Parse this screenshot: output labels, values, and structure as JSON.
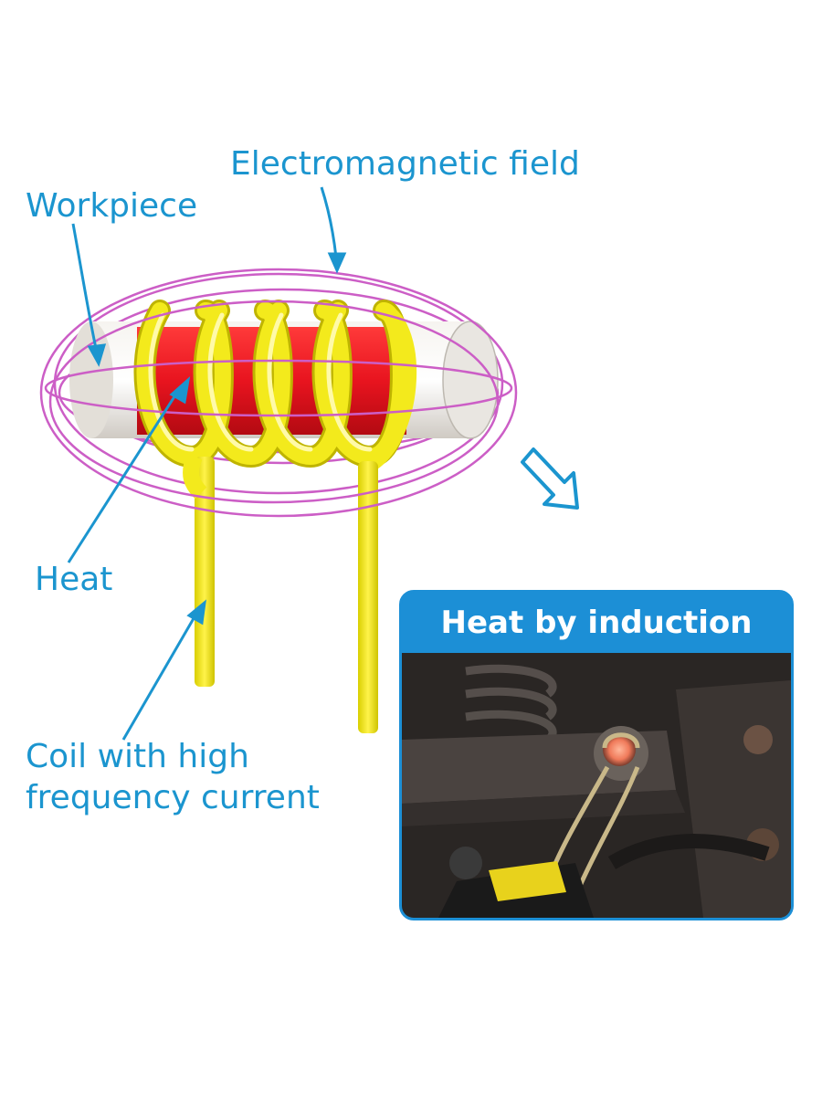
{
  "labels": {
    "electromagnetic_field": "Electromagnetic field",
    "workpiece": "Workpiece",
    "heat": "Heat",
    "coil_line1": "Coil with high",
    "coil_line2": "frequency current"
  },
  "panel": {
    "title": "Heat by induction"
  },
  "colors": {
    "label_blue": "#1b95cf",
    "panel_blue": "#1c8fd6",
    "coil_yellow": "#f3ea1c",
    "heat_red": "#e8141f",
    "field_magenta": "#cc5ec6",
    "workpiece_white": "#ece9e4"
  }
}
